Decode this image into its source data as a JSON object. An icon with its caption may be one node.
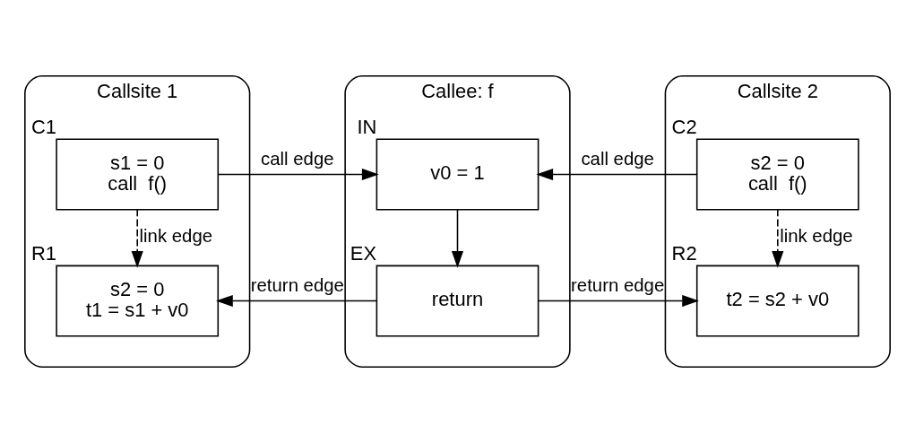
{
  "diagram": {
    "nodes": [
      {
        "text": [
          "Callsite 1"
        ]
      },
      {
        "text": [
          "s1 = 0",
          "call  f()"
        ],
        "in": 0,
        "beside": [
          "C1"
        ]
      },
      {
        "text": [
          "s2 = 0",
          "t1 = s1 + v0"
        ],
        "in": 0,
        "beside": [
          "R1"
        ]
      },
      {
        "text": [
          "Callee: f"
        ]
      },
      {
        "text": [
          "v0 = 1"
        ],
        "in": 3,
        "beside": [
          "IN"
        ]
      },
      {
        "text": [
          "return"
        ],
        "in": 3,
        "beside": [
          "EX"
        ]
      },
      {
        "text": [
          "Callsite 2"
        ]
      },
      {
        "text": [
          "s2 = 0",
          "call  f()"
        ],
        "in": 6,
        "beside": [
          "C2"
        ]
      },
      {
        "text": [
          "t2 = s2 + v0"
        ],
        "in": 6,
        "beside": [
          "R2"
        ]
      }
    ],
    "edges": [
      {
        "from": 1,
        "to": 4,
        "arrow": "to",
        "label": "call edge"
      },
      {
        "from": 7,
        "to": 4,
        "arrow": "to",
        "label": "call edge"
      },
      {
        "from": 1,
        "to": 2,
        "arrow": "to",
        "label": "link edge",
        "style": "dashed"
      },
      {
        "from": 4,
        "to": 5,
        "arrow": "to"
      },
      {
        "from": 5,
        "to": 2,
        "arrow": "to",
        "label": "return edge"
      },
      {
        "from": 5,
        "to": 8,
        "arrow": "to",
        "label": "return edge"
      },
      {
        "from": 7,
        "to": 8,
        "arrow": "to",
        "label": "link edge",
        "style": "dashed"
      }
    ]
  }
}
